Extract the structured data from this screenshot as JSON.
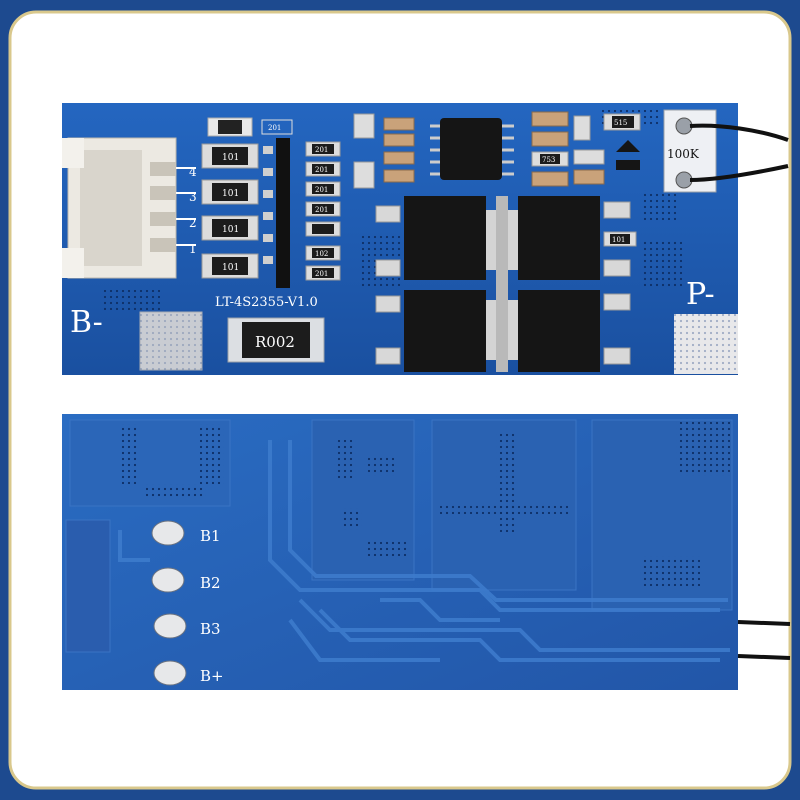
{
  "top_board": {
    "model_label": "LT-4S2355-V1.0",
    "b_minus_label": "B-",
    "p_minus_label": "P-",
    "resistor_label": "R002",
    "thermistor_label": "100K",
    "connector_pins": [
      "4",
      "3",
      "2",
      "1"
    ],
    "smd_codes": [
      "101",
      "101",
      "101",
      "101",
      "201",
      "201",
      "201",
      "201",
      "102",
      "201",
      "201",
      "515",
      "753",
      "101"
    ]
  },
  "bottom_board": {
    "pads": [
      "B1",
      "B2",
      "B3",
      "B+"
    ]
  },
  "colors": {
    "background": "#1d4a8f",
    "frame_border": "#d9c88c",
    "panel": "#ffffff",
    "pcb_top": "#1e5bb0",
    "pcb_bottom": "#2a64b5",
    "silkscreen": "#ffffff"
  }
}
